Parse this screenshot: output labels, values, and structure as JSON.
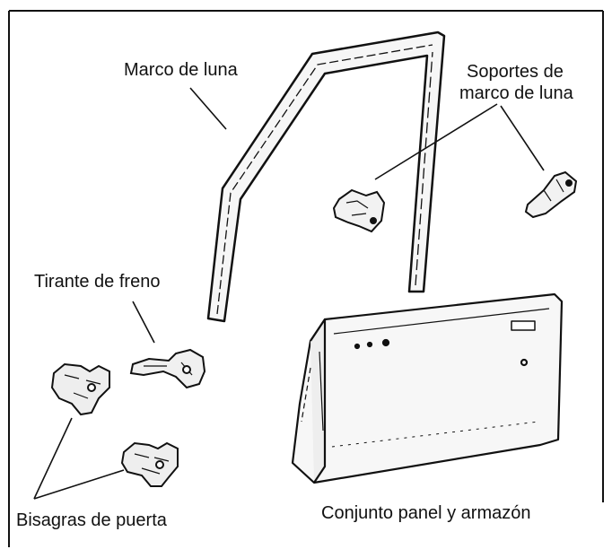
{
  "labels": {
    "window_frame": "Marco de luna",
    "frame_brackets_line1": "Soportes de",
    "frame_brackets_line2": "marco de luna",
    "door_check": "Tirante de freno",
    "door_hinges": "Bisagras de puerta",
    "panel_assembly": "Conjunto panel y armazón"
  },
  "colors": {
    "ink": "#111111",
    "background": "#ffffff",
    "part_fill": "#f2f2f2"
  }
}
